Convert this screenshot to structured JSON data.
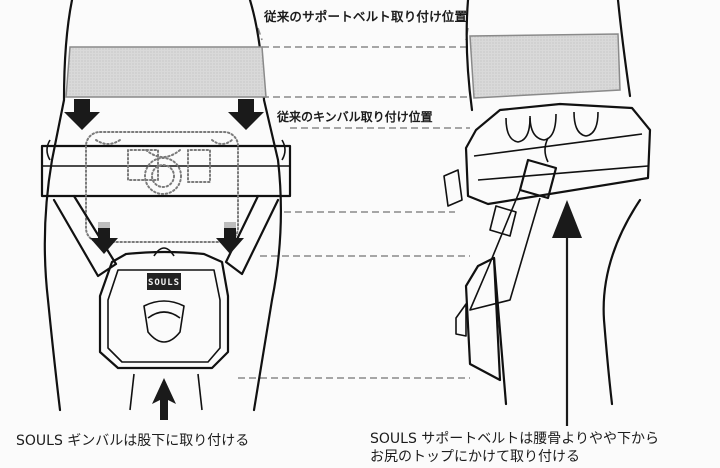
{
  "diagram": {
    "title_label": "従来のサポートベルト取り付け位置",
    "gimbal_label": "従来のキンバル取り付け位置",
    "logo_text": "SOULS",
    "captions": {
      "front": "SOULS ギンバルは股下に取り付ける",
      "side_line1": "SOULS サポートベルトは腰骨よりやや下から",
      "side_line2": "お尻のトップにかけて取り付ける"
    },
    "views": [
      "front-view",
      "side-view"
    ],
    "colors": {
      "line": "#111111",
      "belt_fill": "#d6d6d6",
      "dashed": "#8a8a8a",
      "background": "#fbfbfb"
    }
  }
}
